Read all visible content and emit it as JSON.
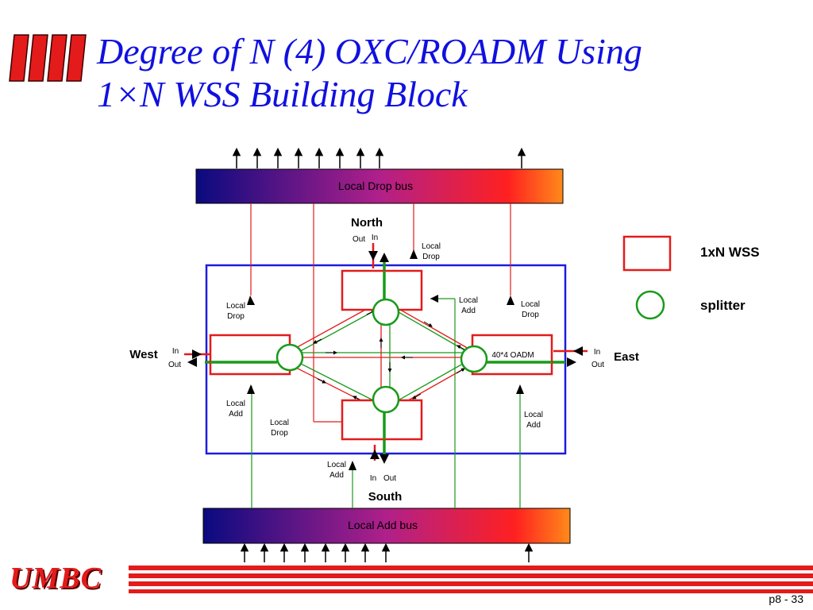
{
  "slide": {
    "title_line1": "Degree of N (4) OXC/ROADM Using",
    "title_line2": "1×N WSS Building Block",
    "page_number": "p8 - 33",
    "logo_text": "UMBC"
  },
  "legend": {
    "wss_label": "1xN WSS",
    "splitter_label": "splitter"
  },
  "diagram": {
    "drop_bus_label": "Local Drop bus",
    "add_bus_label": "Local Add bus",
    "oadm_label": "40*4 OADM",
    "directions": {
      "north": "North",
      "south": "South",
      "west": "West",
      "east": "East"
    },
    "port_in": "In",
    "port_out": "Out",
    "local_drop": [
      "Local",
      "Drop"
    ],
    "local_add": [
      "Local",
      "Add"
    ]
  },
  "colors": {
    "red": "#e31b1b",
    "green": "#1a9a1a",
    "blue": "#1c1ce0",
    "bus_start": "#0a0a80",
    "bus_end": "#ff8a1a"
  }
}
